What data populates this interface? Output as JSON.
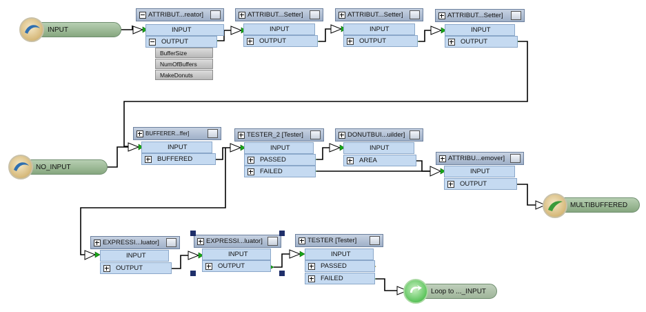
{
  "readers": [
    {
      "id": "input",
      "label": "INPUT"
    },
    {
      "id": "no_input",
      "label": "NO_INPUT"
    }
  ],
  "writers": [
    {
      "id": "multibuffered",
      "label": "MULTIBUFFERED"
    }
  ],
  "links": [
    {
      "id": "loop",
      "label": "Loop to ..._INPUT"
    }
  ],
  "transformers": [
    {
      "id": "t1",
      "title": "ATTRIBUT...reator]",
      "expanded": true,
      "input": "INPUT",
      "output": "OUTPUT",
      "attributes": [
        "BufferSize",
        "NumOfBuffers",
        "MakeDonuts"
      ]
    },
    {
      "id": "t2",
      "title": "ATTRIBUT...Setter]",
      "input": "INPUT",
      "output": "OUTPUT"
    },
    {
      "id": "t3",
      "title": "ATTRIBUT...Setter]",
      "input": "INPUT",
      "output": "OUTPUT"
    },
    {
      "id": "t4",
      "title": "ATTRIBUT...Setter]",
      "input": "INPUT",
      "output": "OUTPUT"
    },
    {
      "id": "t5",
      "title": "BUFFERER...ffer]",
      "input": "INPUT",
      "output": "BUFFERED"
    },
    {
      "id": "t6",
      "title": "TESTER_2 [Tester]",
      "input": "INPUT",
      "outputs": [
        "PASSED",
        "FAILED"
      ]
    },
    {
      "id": "t7",
      "title": "DONUTBUI...uilder]",
      "input": "INPUT",
      "output": "AREA"
    },
    {
      "id": "t8",
      "title": "ATTRIBU...emover]",
      "input": "INPUT",
      "output": "OUTPUT"
    },
    {
      "id": "t9",
      "title": "EXPRESSI...luator]",
      "input": "INPUT",
      "output": "OUTPUT"
    },
    {
      "id": "t10",
      "title": "EXPRESSI...luator]",
      "input": "INPUT",
      "output": "OUTPUT"
    },
    {
      "id": "t11",
      "title": "TESTER [Tester]",
      "input": "INPUT",
      "outputs": [
        "PASSED",
        "FAILED"
      ]
    }
  ],
  "colors": {
    "wire": "#000000",
    "port_out_arrow": "#18a818",
    "port_out_unconnected": "#e0c020",
    "node_header": "#a8b8cc",
    "port_bg": "#c5daf1",
    "selection_handle": "#1f2f6a"
  }
}
